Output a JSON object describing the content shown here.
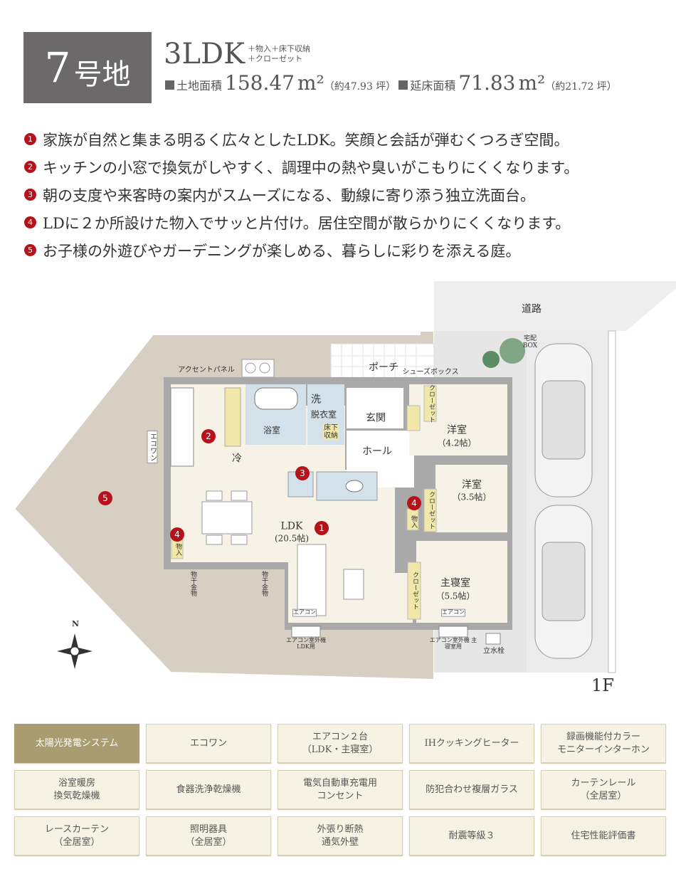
{
  "header": {
    "lot_number": "7",
    "lot_suffix": "号地",
    "layout": "3LDK",
    "extras_line1": "＋物入＋床下収納",
    "extras_line2": "＋クローゼット",
    "land_label": "土地面積",
    "land_area": "158.47",
    "unit": "m²",
    "land_tsubo": "（約47.93 坪）",
    "floor_label": "延床面積",
    "floor_area": "71.83",
    "floor_tsubo": "（約21.72 坪）"
  },
  "features": [
    {
      "num": "1",
      "text": "家族が自然と集まる明るく広々としたLDK。笑顔と会話が弾むくつろぎ空間。"
    },
    {
      "num": "2",
      "text": "キッチンの小窓で換気がしやすく、調理中の熱や臭いがこもりにくくなります。"
    },
    {
      "num": "3",
      "text": "朝の支度や来客時の案内がスムーズになる、動線に寄り添う独立洗面台。"
    },
    {
      "num": "4",
      "text": "LDに２か所設けた物入でサッと片付け。居住空間が散らかりにくくなります。"
    },
    {
      "num": "5",
      "text": "お子様の外遊びやガーデニングが楽しめる、暮らしに彩りを添える庭。"
    }
  ],
  "plan": {
    "road": "道路",
    "delivery_box": "宅配BOX",
    "accent_panel": "アクセントパネル",
    "porch": "ポーチ",
    "shoe_box": "シューズボックス",
    "wash": "洗",
    "dressing": "脱衣室",
    "bath": "浴室",
    "underfloor": "床下収納",
    "entrance": "玄関",
    "hall": "ホール",
    "fridge": "冷",
    "room1": "洋室",
    "room1_size": "（4.2帖）",
    "room2": "洋室",
    "room2_size": "（3.5帖）",
    "ldk": "LDK",
    "ldk_size": "(20.5帖)",
    "master": "主寝室",
    "master_size": "（5.5帖）",
    "closet": "クローゼット",
    "storage": "物入",
    "ecoone": "エコワン",
    "laundry_pole": "物干金物",
    "aircon": "エアコン",
    "ac_outdoor_ldk": "エアコン室外機 LDK用",
    "ac_outdoor_master": "エアコン室外機 主寝室用",
    "faucet": "立水栓",
    "north": "N",
    "floor": "1F",
    "markers": [
      "1",
      "2",
      "3",
      "4",
      "4",
      "5"
    ]
  },
  "equipment": [
    {
      "label": "太陽光発電システム",
      "highlight": true
    },
    {
      "label": "エコワン"
    },
    {
      "label": "エアコン２台\n（LDK・主寝室）"
    },
    {
      "label": "IHクッキングヒーター"
    },
    {
      "label": "録画機能付カラー\nモニターインターホン"
    },
    {
      "label": "浴室暖房\n換気乾燥機"
    },
    {
      "label": "食器洗浄乾燥機"
    },
    {
      "label": "電気自動車充電用\nコンセント"
    },
    {
      "label": "防犯合わせ複層ガラス"
    },
    {
      "label": "カーテンレール\n（全居室）"
    },
    {
      "label": "レースカーテン\n（全居室）"
    },
    {
      "label": "照明器具\n（全居室）"
    },
    {
      "label": "外張り断熱\n通気外壁"
    },
    {
      "label": "耐震等級３"
    },
    {
      "label": "住宅性能評価書"
    }
  ],
  "colors": {
    "accent_red": "#b5121b",
    "header_gray": "#6b6969",
    "highlight": "#a89c70",
    "cell_bg": "#f6f3e5"
  }
}
